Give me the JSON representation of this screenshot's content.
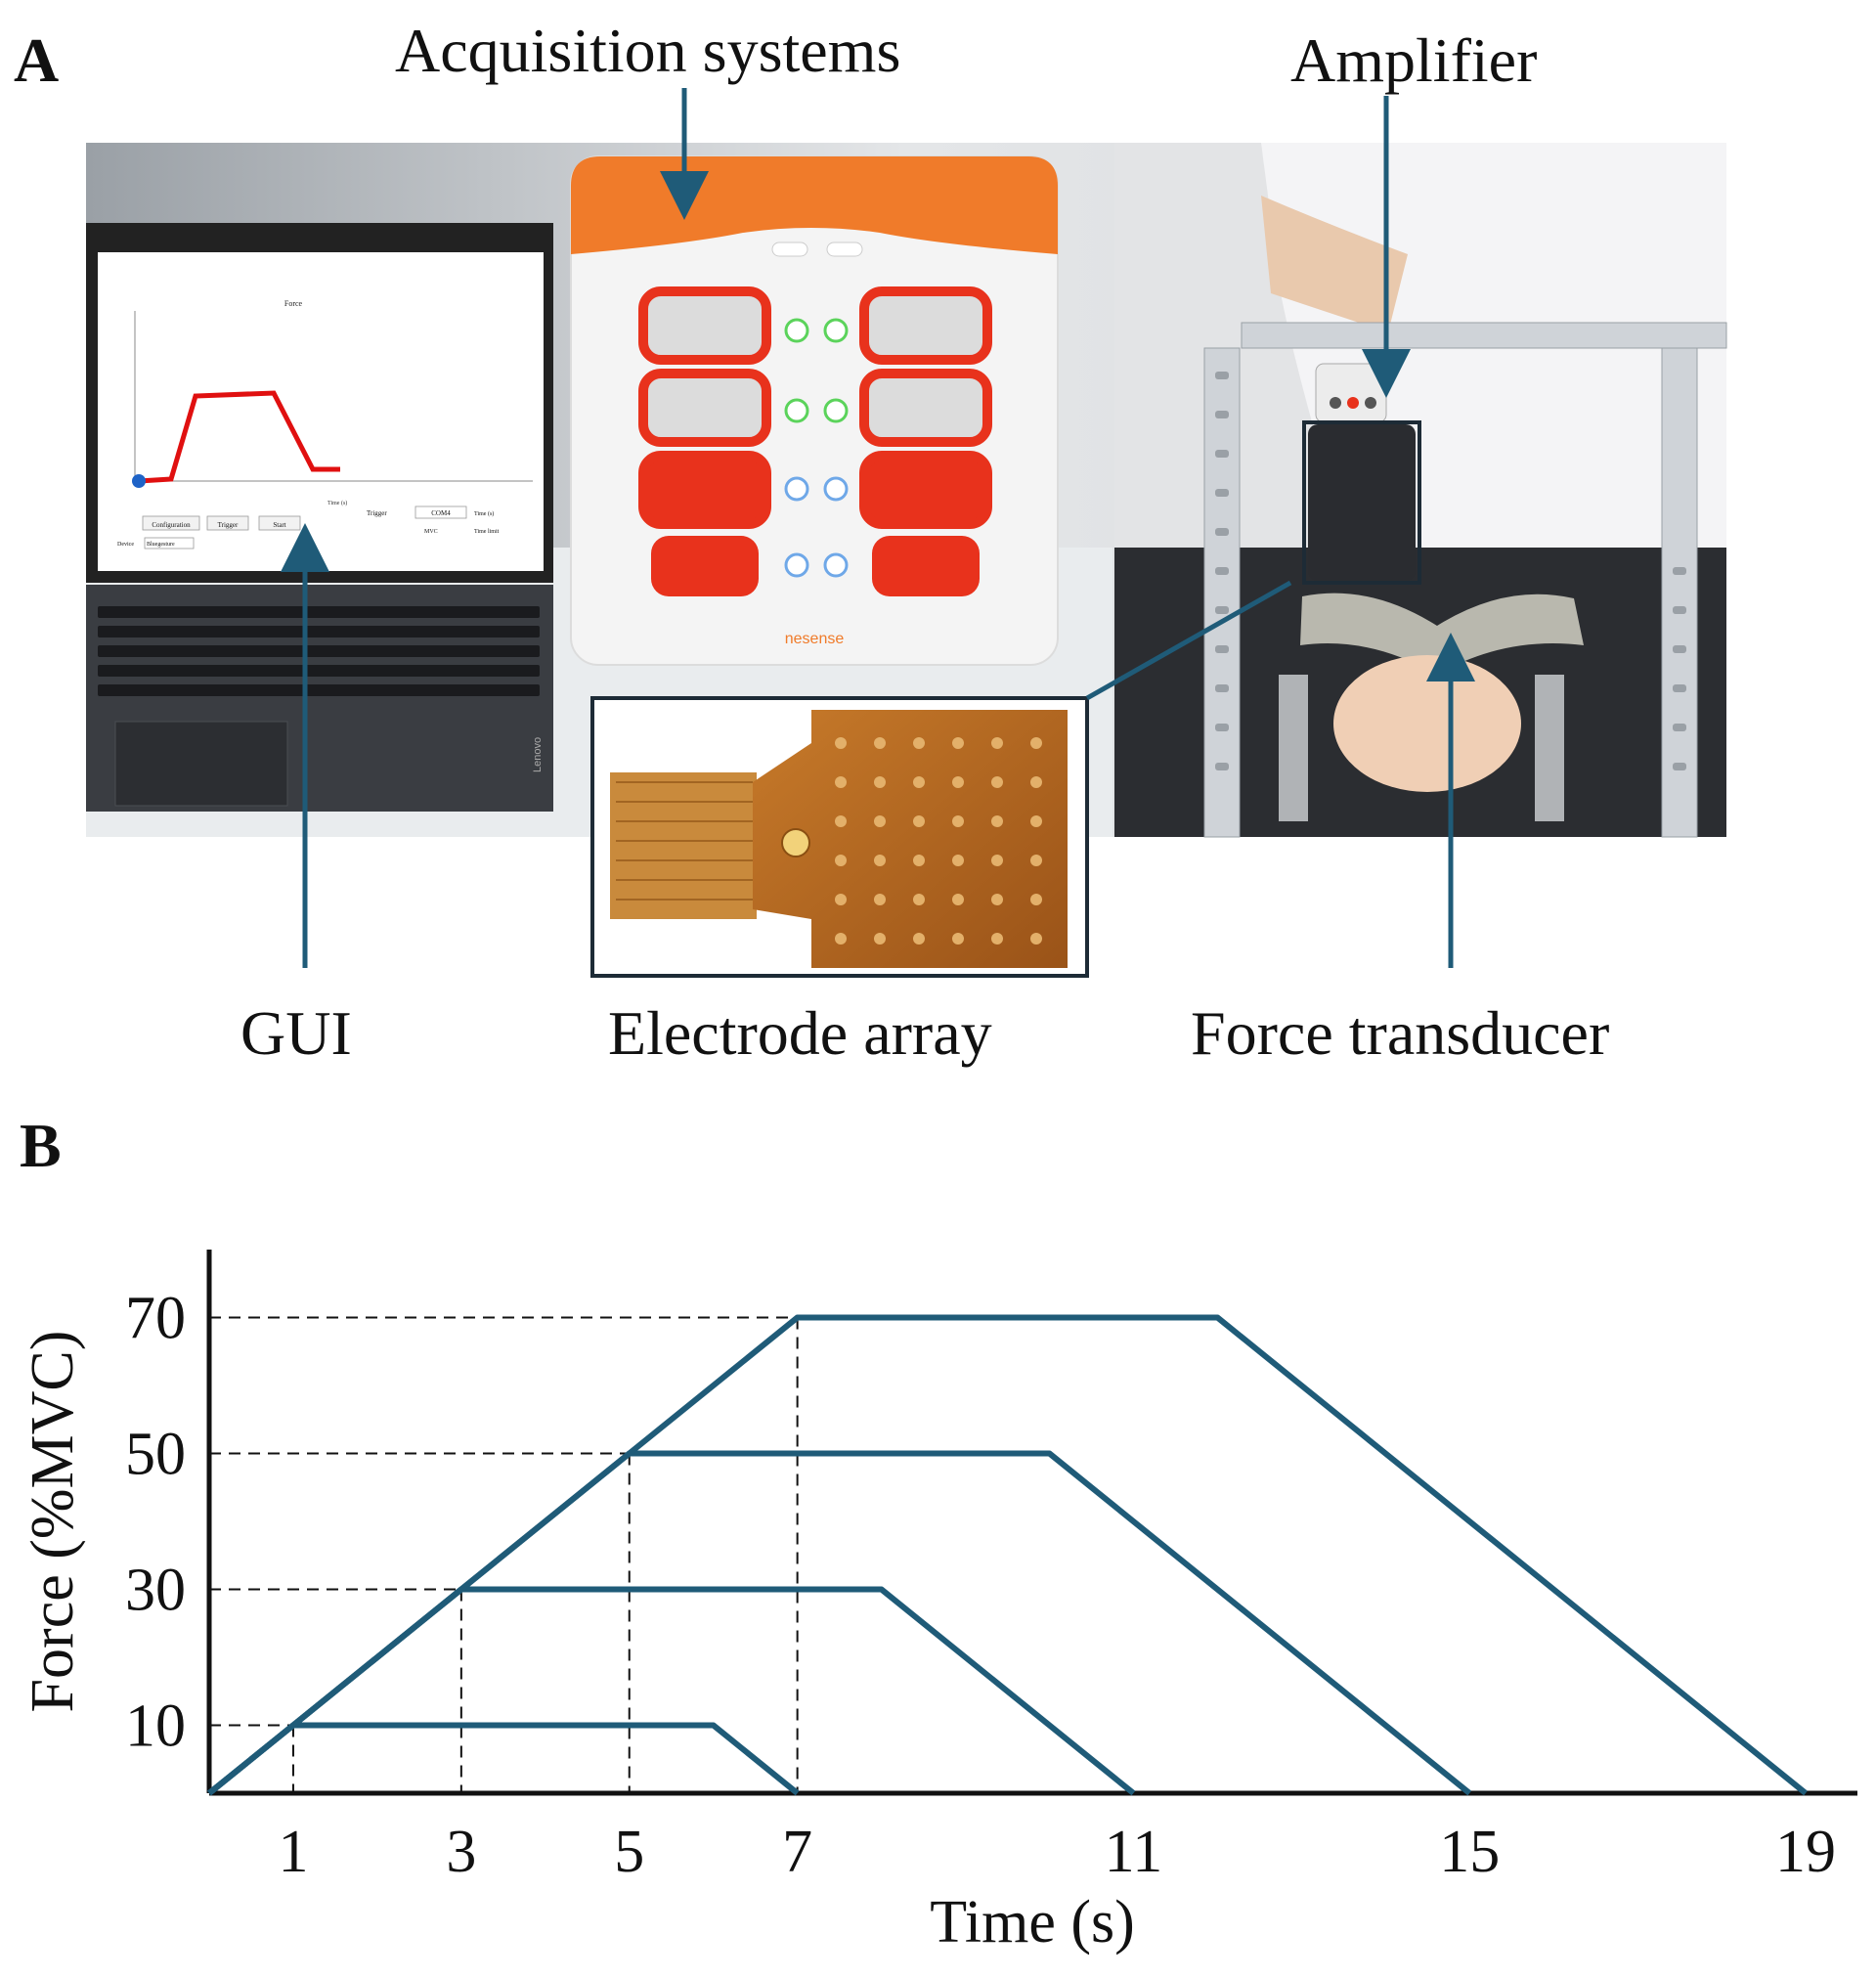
{
  "panel_a": {
    "letter": "A",
    "labels": {
      "acquisition": "Acquisition systems",
      "amplifier": "Amplifier",
      "gui": "GUI",
      "electrode": "Electrode array",
      "force": "Force transducer"
    },
    "gui_screen": {
      "title": "Force",
      "buttons": [
        "Configuration",
        "Trigger",
        "Start"
      ],
      "com_port": "COM4",
      "x_axis_label": "Time (s)",
      "device_label": "Device",
      "device_value": "Bluegesture",
      "mvc_label": "MVC",
      "time_label": "Time (s)",
      "time_limit_label": "Time limit",
      "trigger_label": "Trigger",
      "curve_color": "#e01010"
    },
    "device_brand": "nesense",
    "laptop_brand": "Lenovo"
  },
  "panel_b": {
    "letter": "B"
  },
  "colors": {
    "series": "#1f5b78",
    "arrow": "#1f5b78",
    "device_orange": "#f07b2a",
    "slot_red": "#e8321c"
  },
  "chart_data": {
    "type": "line",
    "title": "",
    "xlabel": "Time (s)",
    "ylabel": "Force (%MVC)",
    "xlim": [
      0,
      19.5
    ],
    "ylim": [
      0,
      80
    ],
    "x_ticks": [
      "1",
      "3",
      "5",
      "7",
      "11",
      "15",
      "19"
    ],
    "y_ticks": [
      "10",
      "30",
      "50",
      "70"
    ],
    "grid": false,
    "series": [
      {
        "x": [
          0,
          1,
          6,
          7
        ],
        "y": [
          0,
          10,
          10,
          0
        ]
      },
      {
        "x": [
          0,
          3,
          8,
          11
        ],
        "y": [
          0,
          30,
          30,
          0
        ]
      },
      {
        "x": [
          0,
          5,
          10,
          15
        ],
        "y": [
          0,
          50,
          50,
          0
        ]
      },
      {
        "x": [
          0,
          7,
          12,
          19
        ],
        "y": [
          0,
          70,
          70,
          0
        ]
      }
    ],
    "reference_levels": [
      {
        "x": 1,
        "y": 10
      },
      {
        "x": 3,
        "y": 30
      },
      {
        "x": 5,
        "y": 50
      },
      {
        "x": 7,
        "y": 70
      }
    ]
  }
}
